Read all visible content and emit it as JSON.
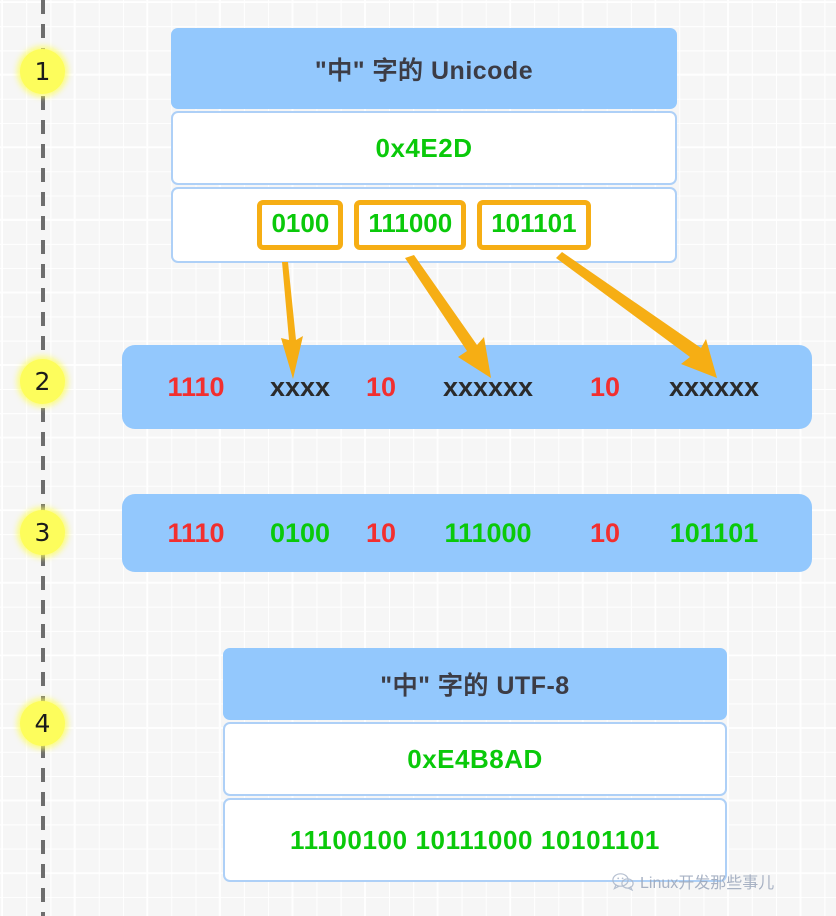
{
  "diagram": {
    "title_semantic": "utf8-encoding-of-chinese-character-zhong",
    "colors": {
      "panel_blue": "#93c8fd",
      "panel_border_blue": "#aed0f7",
      "accent_orange": "#f6ae14",
      "bits_green": "#0ac90a",
      "prefix_red": "#f22f2f",
      "placeholder_black": "#2b2b2b",
      "badge_yellow": "#fdfd5c",
      "timeline_gray": "#6e6e6e",
      "canvas_gray": "#f6f6f6"
    },
    "steps": [
      {
        "number": "1"
      },
      {
        "number": "2"
      },
      {
        "number": "3"
      },
      {
        "number": "4"
      }
    ],
    "unicode_card": {
      "header": "\"中\" 字的 Unicode",
      "hex": "0x4E2D",
      "nibbles": [
        "0100",
        "111000",
        "101101"
      ]
    },
    "template_strip": {
      "segments": [
        {
          "text": "1110",
          "role": "prefix"
        },
        {
          "text": "xxxx",
          "role": "payload-placeholder"
        },
        {
          "text": "10",
          "role": "prefix"
        },
        {
          "text": "xxxxxx",
          "role": "payload-placeholder"
        },
        {
          "text": "10",
          "role": "prefix"
        },
        {
          "text": "xxxxxx",
          "role": "payload-placeholder"
        }
      ]
    },
    "filled_strip": {
      "segments": [
        {
          "text": "1110",
          "role": "prefix"
        },
        {
          "text": "0100",
          "role": "payload"
        },
        {
          "text": "10",
          "role": "prefix"
        },
        {
          "text": "111000",
          "role": "payload"
        },
        {
          "text": "10",
          "role": "prefix"
        },
        {
          "text": "101101",
          "role": "payload"
        }
      ]
    },
    "utf8_card": {
      "header": "\"中\" 字的 UTF-8",
      "hex": "0xE4B8AD",
      "binary": "11100100 10111000 10101101"
    },
    "arrows": [
      {
        "name": "arrow-nibble-1-to-slot-1"
      },
      {
        "name": "arrow-nibble-2-to-slot-2"
      },
      {
        "name": "arrow-nibble-3-to-slot-3"
      }
    ],
    "watermark": {
      "text": "Linux开发那些事儿",
      "icon": "wechat-bubble-icon"
    }
  }
}
